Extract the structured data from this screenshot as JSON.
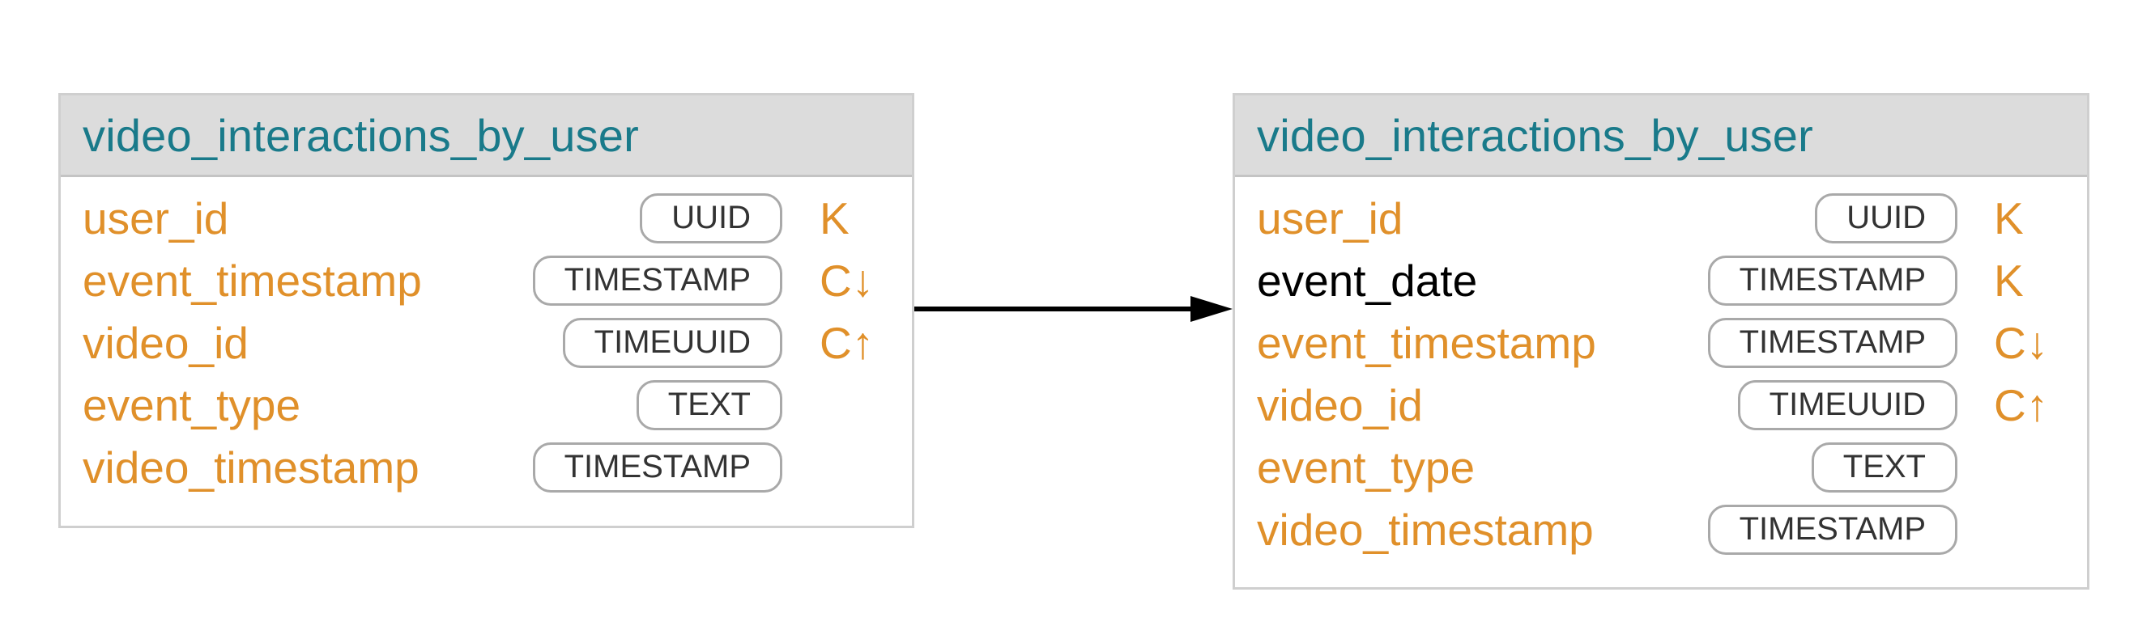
{
  "left_table": {
    "title": "video_interactions_by_user",
    "columns": [
      {
        "name": "user_id",
        "type": "UUID",
        "key": "K"
      },
      {
        "name": "event_timestamp",
        "type": "TIMESTAMP",
        "key": "C↓"
      },
      {
        "name": "video_id",
        "type": "TIMEUUID",
        "key": "C↑"
      },
      {
        "name": "event_type",
        "type": "TEXT",
        "key": ""
      },
      {
        "name": "video_timestamp",
        "type": "TIMESTAMP",
        "key": ""
      }
    ]
  },
  "right_table": {
    "title": "video_interactions_by_user",
    "columns": [
      {
        "name": "user_id",
        "type": "UUID",
        "key": "K"
      },
      {
        "name": "event_date",
        "type": "TIMESTAMP",
        "key": "K"
      },
      {
        "name": "event_timestamp",
        "type": "TIMESTAMP",
        "key": "C↓"
      },
      {
        "name": "video_id",
        "type": "TIMEUUID",
        "key": "C↑"
      },
      {
        "name": "event_type",
        "type": "TEXT",
        "key": ""
      },
      {
        "name": "video_timestamp",
        "type": "TIMESTAMP",
        "key": ""
      }
    ]
  },
  "colors": {
    "title": "#197a8a",
    "column_name": "#e0902a",
    "highlighted_column": "#000000",
    "key": "#e0902a",
    "arrow": "#000000"
  }
}
